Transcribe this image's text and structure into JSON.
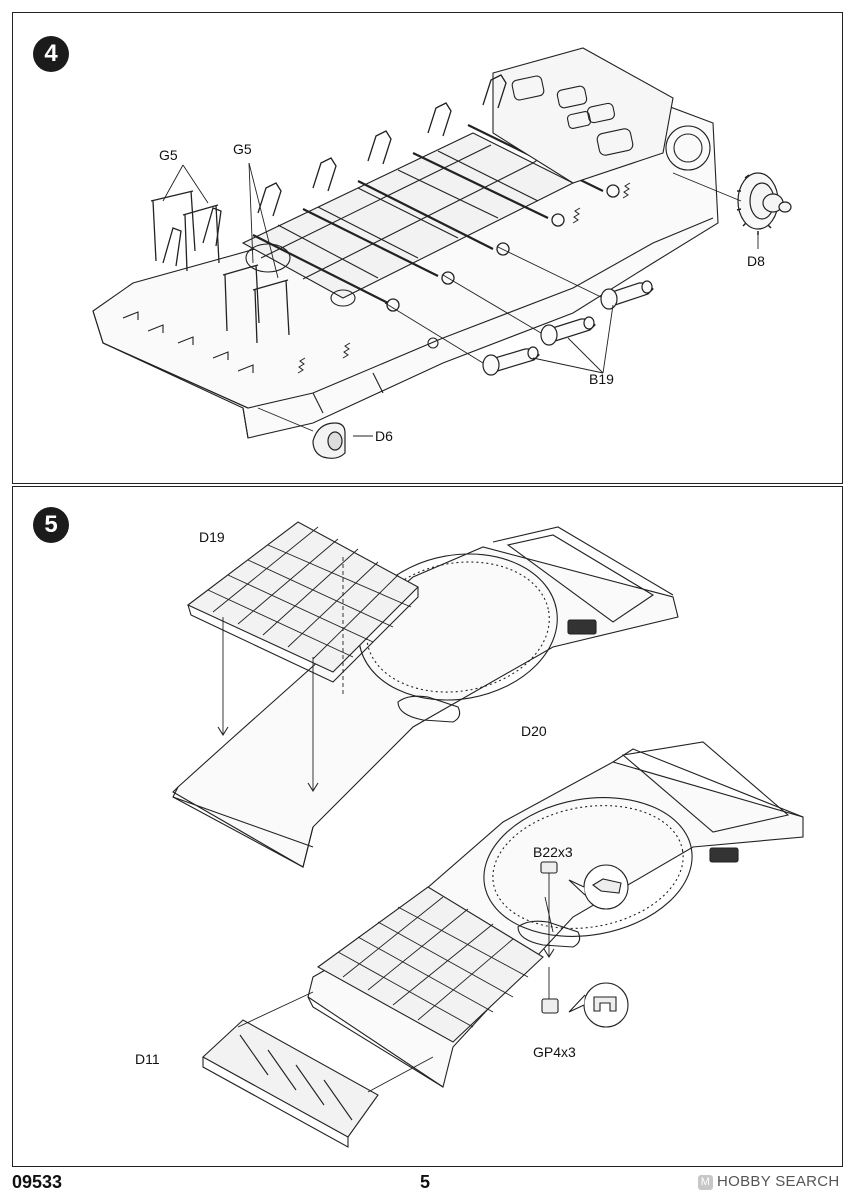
{
  "steps": [
    {
      "number": "4",
      "labels": {
        "g5_left": "G5",
        "g5_right": "G5",
        "d8": "D8",
        "b19": "B19",
        "d6": "D6"
      }
    },
    {
      "number": "5",
      "labels": {
        "d19": "D19",
        "d20": "D20",
        "b22": "B22x3",
        "gp4": "GP4x3",
        "d11": "D11"
      }
    }
  ],
  "footer": {
    "code": "09533",
    "page": "5",
    "watermark": "HOBBY SEARCH",
    "watermark_mark": "M"
  }
}
